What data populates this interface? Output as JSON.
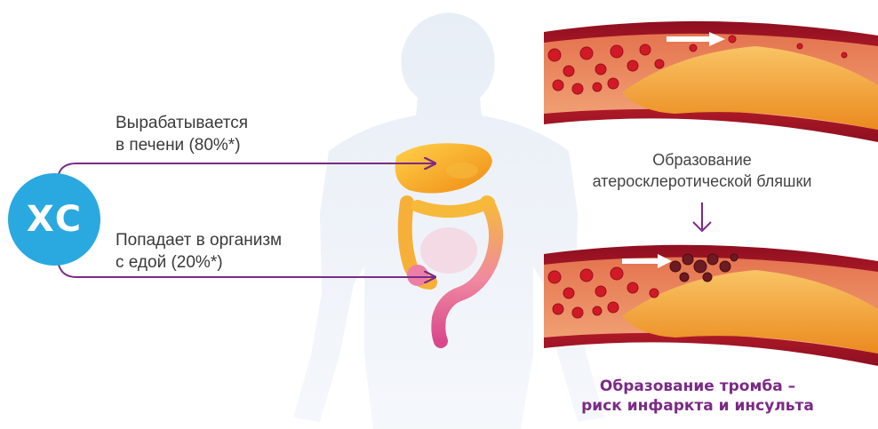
{
  "badge": {
    "text": "ХС"
  },
  "sources": [
    {
      "line1": "Вырабатывается",
      "line2": "в печени (80%*)"
    },
    {
      "line1": "Попадает в организм",
      "line2": "с едой (20%*)"
    }
  ],
  "steps": {
    "plaque": {
      "line1": "Образование",
      "line2": "атеросклеротической бляшки"
    },
    "clot": {
      "line1": "Образование тромба –",
      "line2": "риск инфаркта и инсульта"
    }
  },
  "colors": {
    "badge": "#29a9e0",
    "arrow": "#7b2a86",
    "result_text": "#7b2a86",
    "liver": "#f6a21e",
    "intestine": "#e0609a",
    "vessel": "#a8142a",
    "plaque": "#f3a43d"
  }
}
